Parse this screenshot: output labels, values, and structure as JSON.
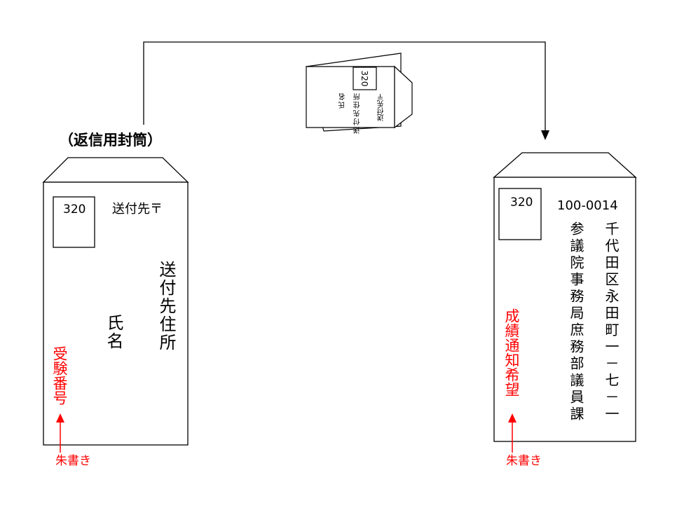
{
  "left_envelope": {
    "title": "（返信用封筒）",
    "stamp_value": "320",
    "address_label": "送付先〒",
    "address_vertical": "送付先住所",
    "name_vertical": "氏名",
    "exam_number_vertical": "受験番号",
    "red_note": "朱書き"
  },
  "folded_envelope": {
    "stamp_value": "320",
    "address_label": "送付先〒",
    "column1": "送付先住所",
    "column2": "氏名"
  },
  "right_envelope": {
    "stamp_value": "320",
    "postal_code": "100-0014",
    "address_line1": "千代田区永田町一－七－一",
    "address_line2": "参議院事務局庶務部議員課",
    "request_vertical": "成績通知希望",
    "red_note": "朱書き"
  },
  "colors": {
    "line": "#000000",
    "red": "#ff0000"
  }
}
